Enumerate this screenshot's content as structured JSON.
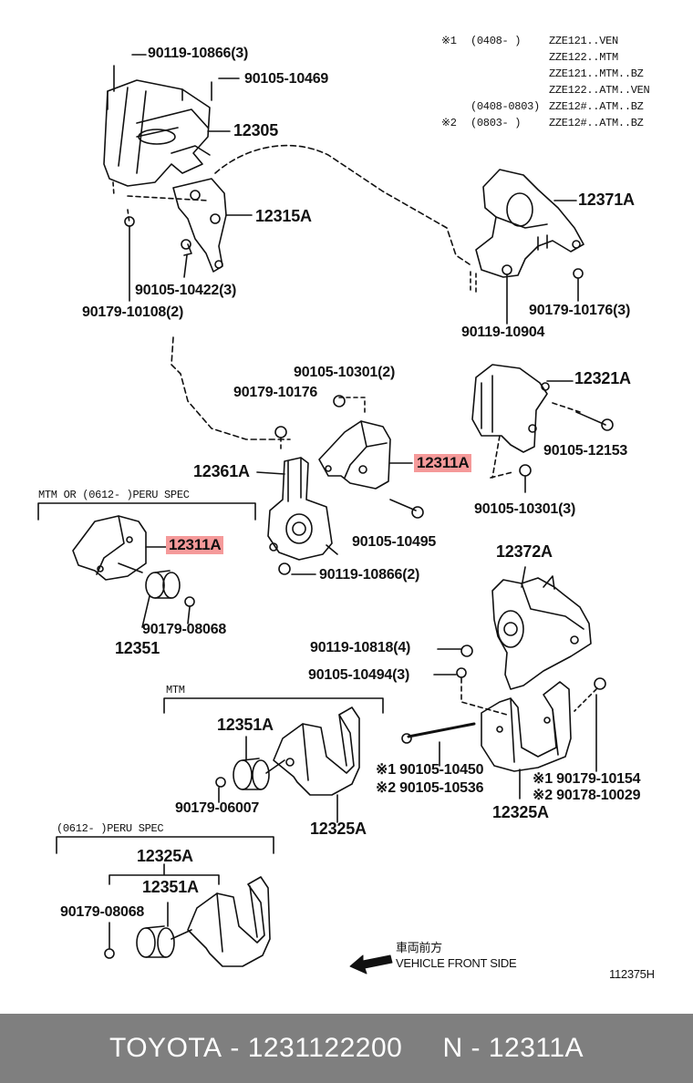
{
  "notes": {
    "n1_mark": "※1",
    "n1_range": "(0408-      )",
    "n1_models": [
      "ZZE121..VEN",
      "ZZE122..MTM",
      "ZZE121..MTM..BZ",
      "ZZE122..ATM..VEN"
    ],
    "n1b_range": "(0408-0803)",
    "n1b_model": "ZZE12#..ATM..BZ",
    "n2_mark": "※2",
    "n2_range": "(0803-      )",
    "n2_model": "ZZE12#..ATM..BZ"
  },
  "labels": {
    "p90119_10866_3": "90119-10866(3)",
    "p90105_10469": "90105-10469",
    "p12305": "12305",
    "p12315A": "12315A",
    "p90105_10422_3": "90105-10422(3)",
    "p90179_10108_2": "90179-10108(2)",
    "p12371A": "12371A",
    "p90179_10176_3": "90179-10176(3)",
    "p90119_10904": "90119-10904",
    "p12321A": "12321A",
    "p90105_12153": "90105-12153",
    "p90105_10301_3": "90105-10301(3)",
    "p90105_10301_2": "90105-10301(2)",
    "p90179_10176": "90179-10176",
    "p12311A_main": "12311A",
    "p12361A": "12361A",
    "p90105_10495": "90105-10495",
    "p90119_10866_2": "90119-10866(2)",
    "mtm_or_peru": "MTM OR (0612-      )PERU SPEC",
    "p12311A_alt": "12311A",
    "p90179_08068": "90179-08068",
    "p12351": "12351",
    "p12372A": "12372A",
    "p90119_10818_4": "90119-10818(4)",
    "p90105_10494_3": "90105-10494(3)",
    "mtm": "MTM",
    "p12351A_mtm": "12351A",
    "p90179_06007": "90179-06007",
    "p12325A_mtm": "12325A",
    "p90105_10450": "※1 90105-10450",
    "p90105_10536": "※2 90105-10536",
    "p90179_10154": "※1 90179-10154",
    "p90178_10029": "※2 90178-10029",
    "p12325A_main": "12325A",
    "peru_spec": "(0612-      )PERU SPEC",
    "p12325A_peru": "12325A",
    "p12351A_peru": "12351A",
    "p90179_08068_peru": "90179-08068",
    "front_jp": "車両前方",
    "front_en": "VEHICLE FRONT SIDE",
    "drawing_no": "112375H"
  },
  "footer": {
    "brand": "TOYOTA",
    "part_number": "1231122200",
    "ref": "N",
    "part_code": "12311A"
  },
  "colors": {
    "highlight": "#f59a9a",
    "footer_bg": "#7f7f7f",
    "ink": "#111111"
  }
}
